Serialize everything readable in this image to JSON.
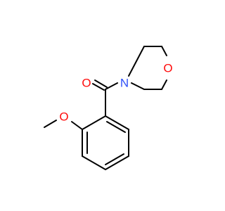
{
  "molecule": {
    "atoms": {
      "carbonyl_oxygen": {
        "symbol": "O",
        "color": "#ff0d0d"
      },
      "morpholine_nitrogen": {
        "symbol": "N",
        "color": "#3050f8"
      },
      "morpholine_oxygen": {
        "symbol": "O",
        "color": "#ff0d0d"
      },
      "methoxy_oxygen": {
        "symbol": "O",
        "color": "#ff0d0d"
      }
    },
    "bond_color": "#000000"
  }
}
